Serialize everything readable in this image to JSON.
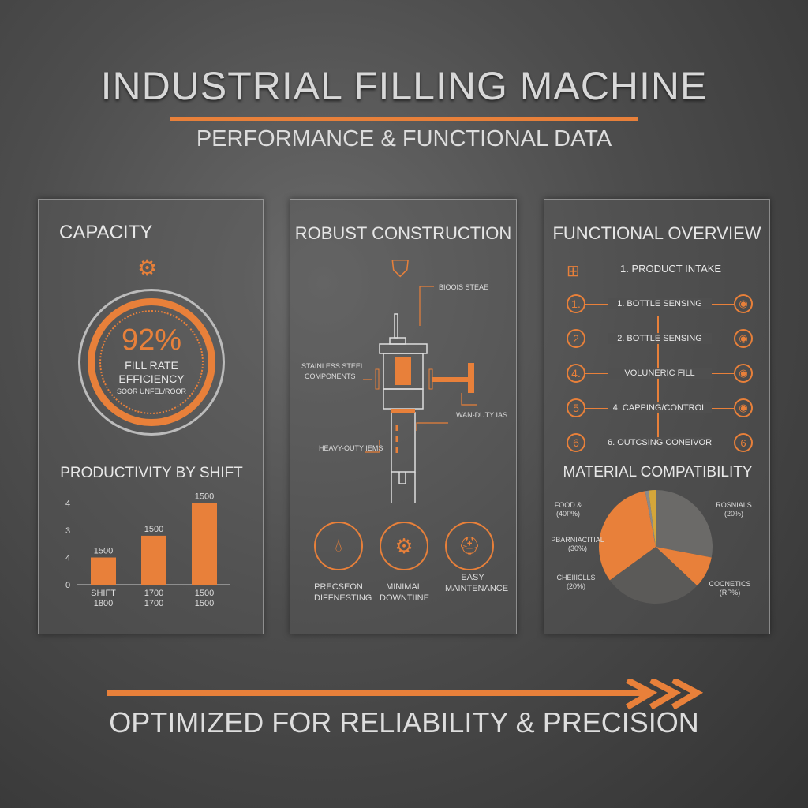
{
  "header": {
    "title": "INDUSTRIAL FILLING MACHINE",
    "subtitle": "PERFORMANCE & FUNCTIONAL DATA"
  },
  "colors": {
    "accent": "#e8803a",
    "panel_border": "#cfcfcf",
    "background": "#4d4d4d"
  },
  "capacity": {
    "title": "CAPACITY",
    "icon": "gear-bottle-icon",
    "gauge": {
      "value": "92%",
      "label1": "FILL RATE",
      "label2": "EFFICIENCY",
      "label3": "SOOR UNFEL/ROOR",
      "fill_percent": 92
    }
  },
  "chart_data": [
    {
      "type": "bar",
      "title": "PRODUCTIVITY BY SHIFT",
      "ytick_labels": [
        "0",
        "4",
        "3",
        "4"
      ],
      "ylim": [
        0,
        3.2
      ],
      "categories": [
        [
          "SHIFT",
          "1800"
        ],
        [
          "1700",
          "1700"
        ],
        [
          "1500",
          "1500"
        ]
      ],
      "data_labels": [
        "1500",
        "1500",
        "1500"
      ],
      "values": [
        1.0,
        1.8,
        3.0
      ],
      "grid": false
    },
    {
      "type": "pie",
      "title": "MATERIAL COMPATIBILITY",
      "start": "top",
      "direction": "clockwise",
      "slices": [
        {
          "value": 28,
          "color": "#6b6a68"
        },
        {
          "value": 9,
          "color": "#e8803a"
        },
        {
          "value": 28,
          "color": "#5b5a58"
        },
        {
          "value": 32,
          "color": "#e8803a"
        },
        {
          "value": 1,
          "color": "#8a8a8a"
        },
        {
          "value": 2,
          "color": "#d4a63a"
        }
      ],
      "labels": [
        {
          "l1": "ROSNIALS",
          "l2": "(20%)"
        },
        {
          "l1": "COCNETICS",
          "l2": "(RP%)"
        },
        {
          "l1": "CHEIIICLLS",
          "l2": "(20%)"
        },
        {
          "l1": "PBARNIACITIAL",
          "l2": "(30%)"
        },
        {
          "l1": "FOOD &",
          "l2": "(40P%)"
        }
      ]
    }
  ],
  "construction": {
    "title": "ROBUST CONSTRUCTION",
    "icon": "shield-icon",
    "callouts": [
      "BIOOIS STEAE",
      "STAINLESS STEEL",
      "COMPONENTS",
      "WAN-DUTY IAS",
      "HEAVY-OUTY IEMS"
    ],
    "features": [
      {
        "icon": "droplet-icon",
        "l1": "PRECSEON",
        "l2": "DIFFNESTING"
      },
      {
        "icon": "gear-icon",
        "l1": "MINIMAL",
        "l2": "DOWNTIINE"
      },
      {
        "icon": "hard-hat-icon",
        "l1": "EASY",
        "l2": "MAINTENANCE"
      }
    ]
  },
  "functional": {
    "title": "FUNCTIONAL OVERVIEW",
    "intake": "1. PRODUCT INTAKE",
    "steps": [
      {
        "num": "1.",
        "label": "1. BOTTLE SENSING",
        "icon": "bottle-icon",
        "right": ""
      },
      {
        "num": "2",
        "label": "2. BOTTLE SENSING",
        "icon": "sensor-icon",
        "right": ""
      },
      {
        "num": "4.",
        "label": "VOLUNERIC FILL",
        "icon": "fill-icon",
        "right": ""
      },
      {
        "num": "5",
        "label": "4. CAPPING/CONTROL",
        "icon": "cap-icon",
        "right": ""
      },
      {
        "num": "6",
        "label": "6. OUTCSING CONEIVOR",
        "icon": "",
        "right": "6"
      }
    ]
  },
  "footer": {
    "tagline": "OPTIMIZED FOR RELIABILITY & PRECISION"
  }
}
